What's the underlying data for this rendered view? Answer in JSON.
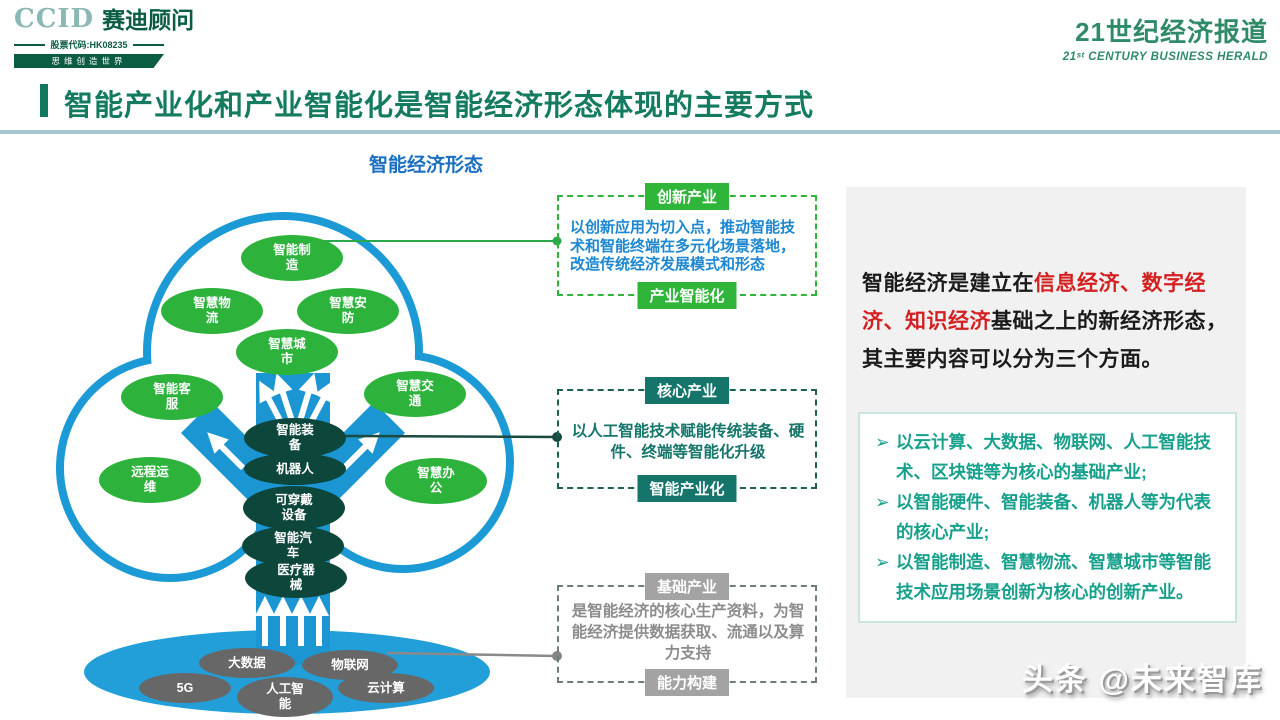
{
  "header": {
    "logo": {
      "mark": "CCID",
      "name": "赛迪顾问",
      "stock": "股票代码:HK08235",
      "slogan": "思维创造世界"
    },
    "media": {
      "cn": "21世纪经济报道",
      "en": "21ˢᵗ CENTURY BUSINESS HERALD"
    }
  },
  "title": "智能产业化和产业智能化是智能经济形态体现的主要方式",
  "diagram": {
    "label": "智能经济形态",
    "cloud_nodes": [
      "智能制造",
      "智慧物流",
      "智慧安防",
      "智慧城市",
      "智能客服",
      "智慧交通",
      "远程运维",
      "智慧办公"
    ],
    "trunk_nodes": [
      "智能装备",
      "机器人",
      "可穿戴设备",
      "智能汽车",
      "医疗器械"
    ],
    "base_nodes": [
      "大数据",
      "物联网",
      "5G",
      "人工智能",
      "云计算"
    ]
  },
  "boxes": [
    {
      "header": "创新产业",
      "body": "以创新应用为切入点，推动智能技术和智能终端在多元化场景落地，改造传统经济发展模式和形态",
      "footer": "产业智能化"
    },
    {
      "header": "核心产业",
      "body": "以人工智能技术赋能传统装备、硬件、终端等智能化升级",
      "footer": "智能产业化"
    },
    {
      "header": "基础产业",
      "body": "是智能经济的核心生产资料，为智能经济提供数据获取、流通以及算力支持",
      "footer": "能力构建"
    }
  ],
  "panel": {
    "intro_before": "智能经济是建立在",
    "intro_highlight": "信息经济、数字经济、知识经济",
    "intro_after": "基础之上的新经济形态，其主要内容可以分为三个方面。",
    "bullet_glyph": "➢",
    "bullets": [
      "以云计算、大数据、物联网、人工智能技术、区块链等为核心的基础产业;",
      "以智能硬件、智能装备、机器人等为代表的核心产业;",
      "以智能制造、智慧物流、智慧城市等智能技术应用场景创新为核心的创新产业。"
    ]
  },
  "watermark": "头条 @未来智库",
  "colors": {
    "brand_green": "#0a5c42",
    "title_green": "#147a60",
    "diagram_blue": "#1b9ad5",
    "node_green": "#2db33c",
    "node_dark": "#0d473c",
    "node_gray": "#676767",
    "accent_innovation": "#2fb53a",
    "accent_core": "#15756a",
    "accent_base": "#a3a3a3",
    "body_blue": "#1d87d1",
    "highlight_red": "#d42020",
    "bullet_teal": "#17a18c"
  }
}
